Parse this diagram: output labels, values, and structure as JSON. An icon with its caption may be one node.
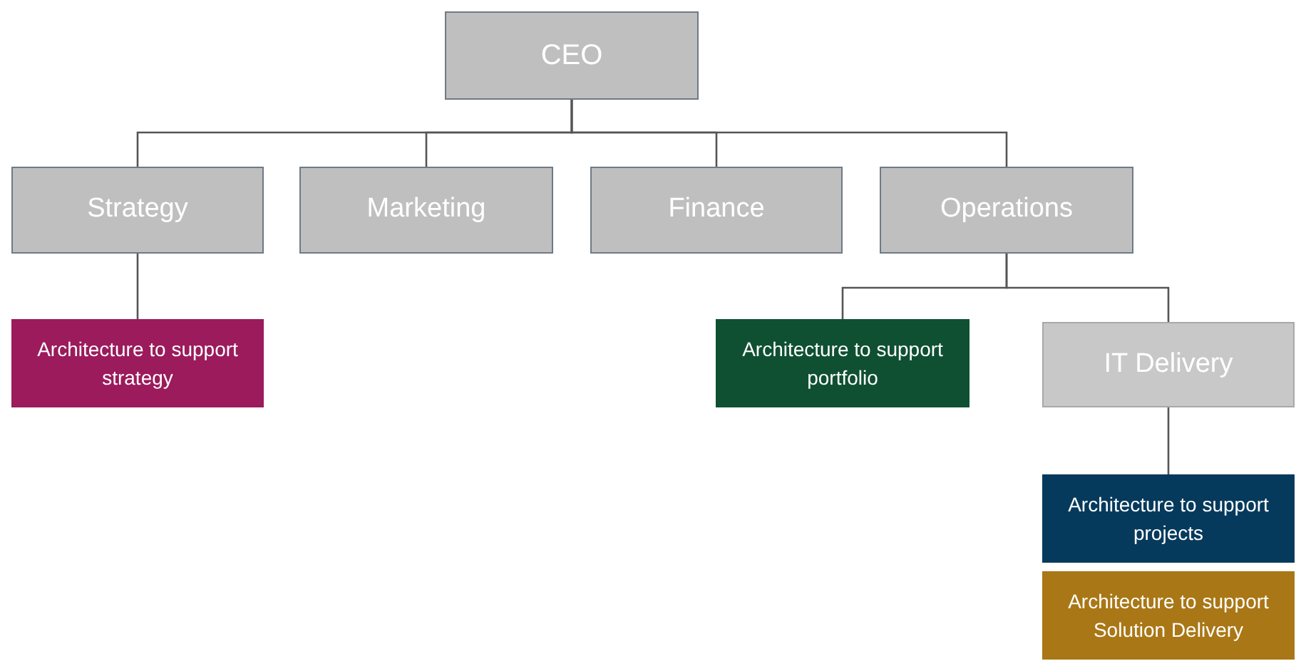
{
  "diagram": {
    "nodes": [
      {
        "text": [
          "CEO"
        ]
      },
      {
        "text": [
          "Strategy"
        ]
      },
      {
        "text": [
          "Marketing"
        ]
      },
      {
        "text": [
          "Finance"
        ]
      },
      {
        "text": [
          "Operations"
        ]
      },
      {
        "text": [
          "Architecture to support strategy"
        ]
      },
      {
        "text": [
          "Architecture to support portfolio"
        ]
      },
      {
        "text": [
          "IT Delivery"
        ]
      },
      {
        "text": [
          "Architecture to support projects"
        ]
      },
      {
        "text": [
          "Architecture to support Solution Delivery"
        ]
      }
    ],
    "edges": [
      {
        "from": 0,
        "to": 1,
        "arrow": "none"
      },
      {
        "from": 0,
        "to": 2,
        "arrow": "none"
      },
      {
        "from": 0,
        "to": 3,
        "arrow": "none"
      },
      {
        "from": 0,
        "to": 4,
        "arrow": "none"
      },
      {
        "from": 1,
        "to": 5,
        "arrow": "none"
      },
      {
        "from": 4,
        "to": 6,
        "arrow": "none"
      },
      {
        "from": 4,
        "to": 7,
        "arrow": "none"
      },
      {
        "from": 7,
        "to": 8,
        "arrow": "none"
      }
    ]
  }
}
